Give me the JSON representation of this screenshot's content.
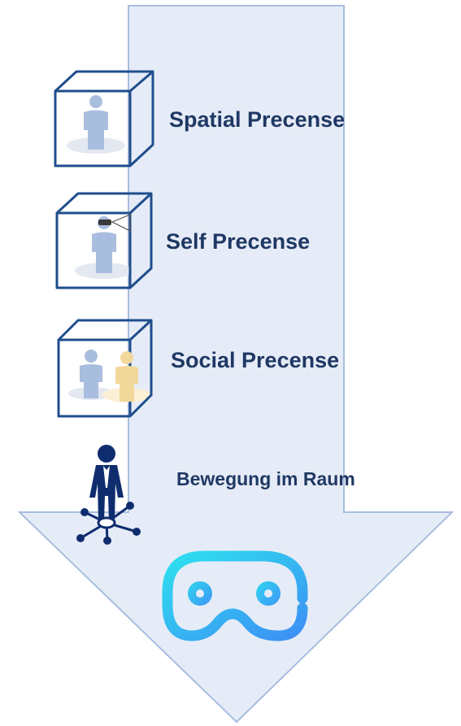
{
  "diagram": {
    "items": [
      {
        "label": "Spatial Precense",
        "icon": "cube-person-icon"
      },
      {
        "label": "Self Precense",
        "icon": "cube-person-hmd-icon"
      },
      {
        "label": "Social Precense",
        "icon": "cube-two-persons-icon"
      },
      {
        "label": "Bewegung im Raum",
        "icon": "person-movement-icon"
      }
    ],
    "end_icon": "vr-headset-icon"
  },
  "colors": {
    "arrow_fill": "#e6ecf7",
    "arrow_stroke": "#a8bde0",
    "label_text": "#1f3864",
    "cube_edge": "#1f4e8c",
    "person_blue": "#a9bddf",
    "person_yellow": "#f2d79a",
    "figure_navy": "#0f2d6e",
    "vr_cyan": "#29d3f0",
    "vr_blue": "#3d8ff5"
  }
}
